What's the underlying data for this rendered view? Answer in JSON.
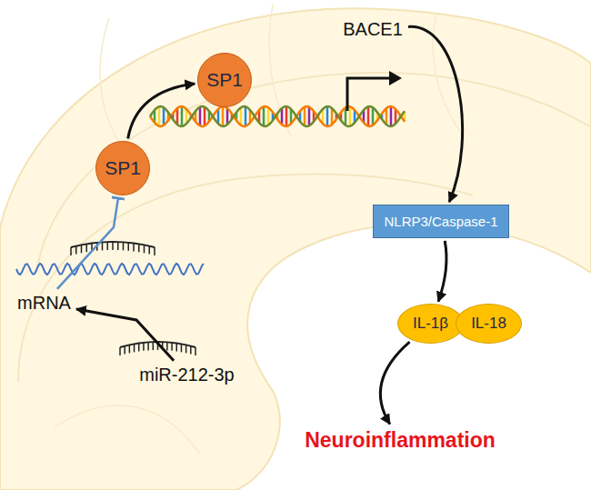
{
  "diagram": {
    "nodes": [
      {
        "text": [
          "SP1"
        ]
      },
      {
        "text": [
          "BACE1"
        ]
      },
      {
        "text": [
          "SP1"
        ]
      },
      {
        "text": [
          "NLRP3/Caspase-1"
        ]
      },
      {
        "text": [
          "mRNA"
        ]
      },
      {
        "text": [
          "IL-1β"
        ]
      },
      {
        "text": [
          "IL-18"
        ]
      },
      {
        "text": [
          "miR-212-3p"
        ]
      },
      {
        "text": [
          "Neuroinflammation"
        ]
      }
    ],
    "edges": [
      {
        "from": 2,
        "to": 0,
        "arrow": "to"
      },
      {
        "from": 1,
        "to": 3,
        "arrow": "to"
      },
      {
        "from": 3,
        "to": 5,
        "arrow": "to"
      },
      {
        "from": 5,
        "to": 8,
        "arrow": "to"
      },
      {
        "from": 4,
        "to": 2,
        "arrow": "to"
      },
      {
        "from": 7,
        "to": 4,
        "arrow": "to"
      }
    ]
  }
}
